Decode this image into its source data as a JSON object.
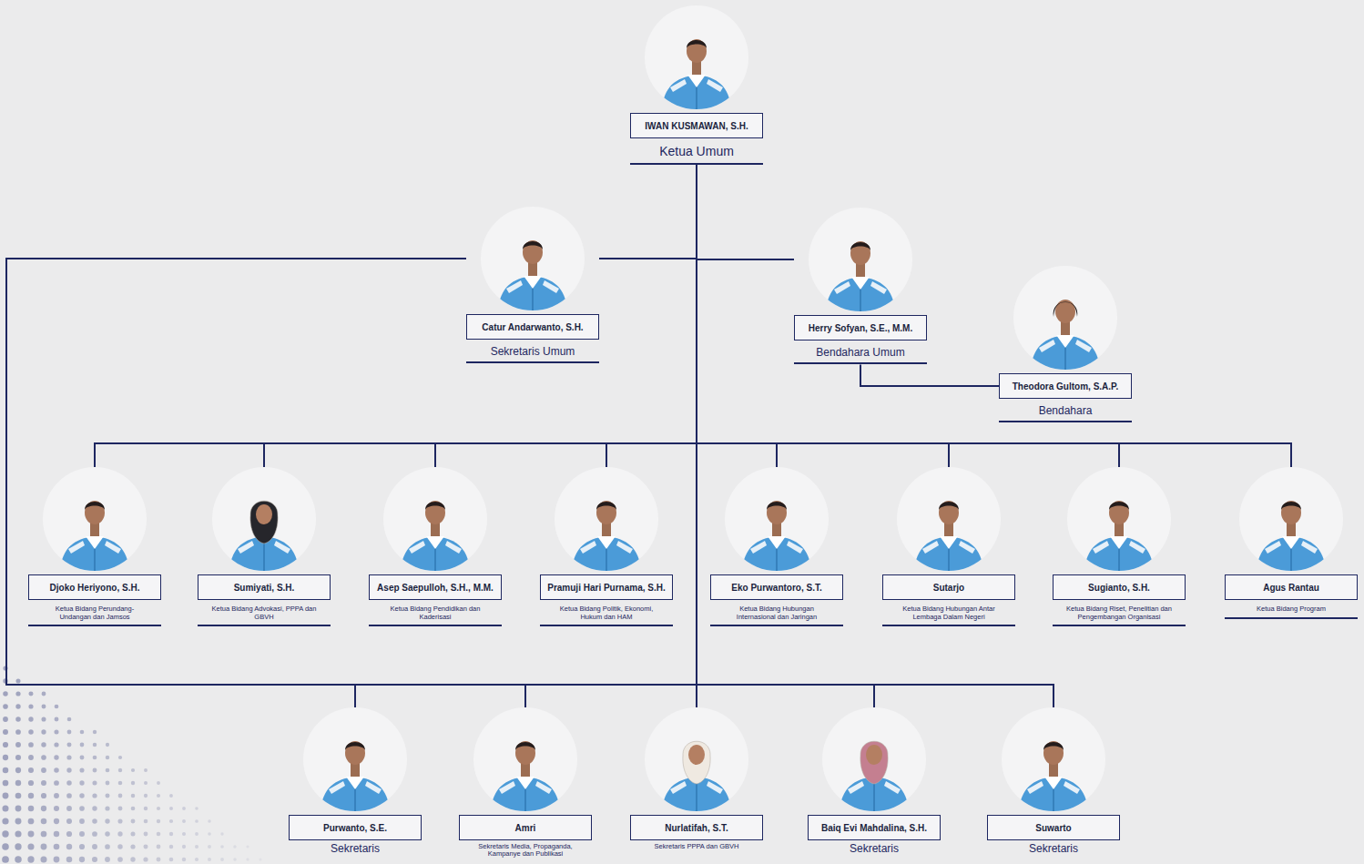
{
  "diagram": {
    "nodes": [
      {
        "text": [
          "IWAN KUSMAWAN, S.H.",
          "Ketua Umum"
        ]
      },
      {
        "text": [
          "Catur Andarwanto, S.H.",
          "Sekretaris Umum"
        ]
      },
      {
        "text": [
          "Herry Sofyan, S.E., M.M.",
          "Bendahara Umum"
        ]
      },
      {
        "text": [
          "Theodora Gultom, S.A.P.",
          "Bendahara"
        ]
      },
      {
        "text": [
          "Djoko Heriyono, S.H.",
          "Ketua Bidang Perundang-Undangan dan Jamsos"
        ]
      },
      {
        "text": [
          "Sumiyati, S.H.",
          "Ketua Bidang Advokasi, PPPA dan GBVH"
        ]
      },
      {
        "text": [
          "Asep Saepulloh, S.H., M.M.",
          "Ketua Bidang Pendidikan dan Kaderisasi"
        ]
      },
      {
        "text": [
          "Pramuji Hari Purnama, S.H.",
          "Ketua Bidang Politik, Ekonomi, Hukum dan HAM"
        ]
      },
      {
        "text": [
          "Eko Purwantoro, S.T.",
          "Ketua Bidang Hubungan Internasional dan Jaringan"
        ]
      },
      {
        "text": [
          "Sutarjo",
          "Ketua Bidang Hubungan Antar Lembaga Dalam Negeri"
        ]
      },
      {
        "text": [
          "Sugianto, S.H.",
          "Ketua Bidang Riset, Penelitian dan Pengembangan Organisasi"
        ]
      },
      {
        "text": [
          "Agus Rantau",
          "Ketua Bidang Program"
        ]
      },
      {
        "text": [
          "Purwanto, S.E.",
          "Sekretaris"
        ]
      },
      {
        "text": [
          "Amri",
          "Sekretaris Media, Propaganda, Kampanye dan Publikasi"
        ]
      },
      {
        "text": [
          "Nurlatifah, S.T.",
          "Sekretaris PPPA dan GBVH"
        ]
      },
      {
        "text": [
          "Baiq Evi Mahdalina, S.H.",
          "Sekretaris"
        ]
      },
      {
        "text": [
          "Suwarto",
          "Sekretaris"
        ]
      }
    ],
    "edges": [
      {
        "from": 0,
        "to": 1,
        "arrow": "none"
      },
      {
        "from": 0,
        "to": 2,
        "arrow": "none"
      },
      {
        "from": 2,
        "to": 3,
        "arrow": "none"
      },
      {
        "from": 0,
        "to": 4,
        "arrow": "none"
      },
      {
        "from": 0,
        "to": 5,
        "arrow": "none"
      },
      {
        "from": 0,
        "to": 6,
        "arrow": "none"
      },
      {
        "from": 0,
        "to": 7,
        "arrow": "none"
      },
      {
        "from": 0,
        "to": 8,
        "arrow": "none"
      },
      {
        "from": 0,
        "to": 9,
        "arrow": "none"
      },
      {
        "from": 0,
        "to": 10,
        "arrow": "none"
      },
      {
        "from": 0,
        "to": 11,
        "arrow": "none"
      },
      {
        "from": 0,
        "to": 14,
        "arrow": "none"
      },
      {
        "from": 1,
        "to": 12,
        "arrow": "none"
      },
      {
        "from": 1,
        "to": 13,
        "arrow": "none"
      },
      {
        "from": 1,
        "to": 14,
        "arrow": "none"
      },
      {
        "from": 1,
        "to": 15,
        "arrow": "none"
      },
      {
        "from": 1,
        "to": 16,
        "arrow": "none"
      }
    ]
  }
}
